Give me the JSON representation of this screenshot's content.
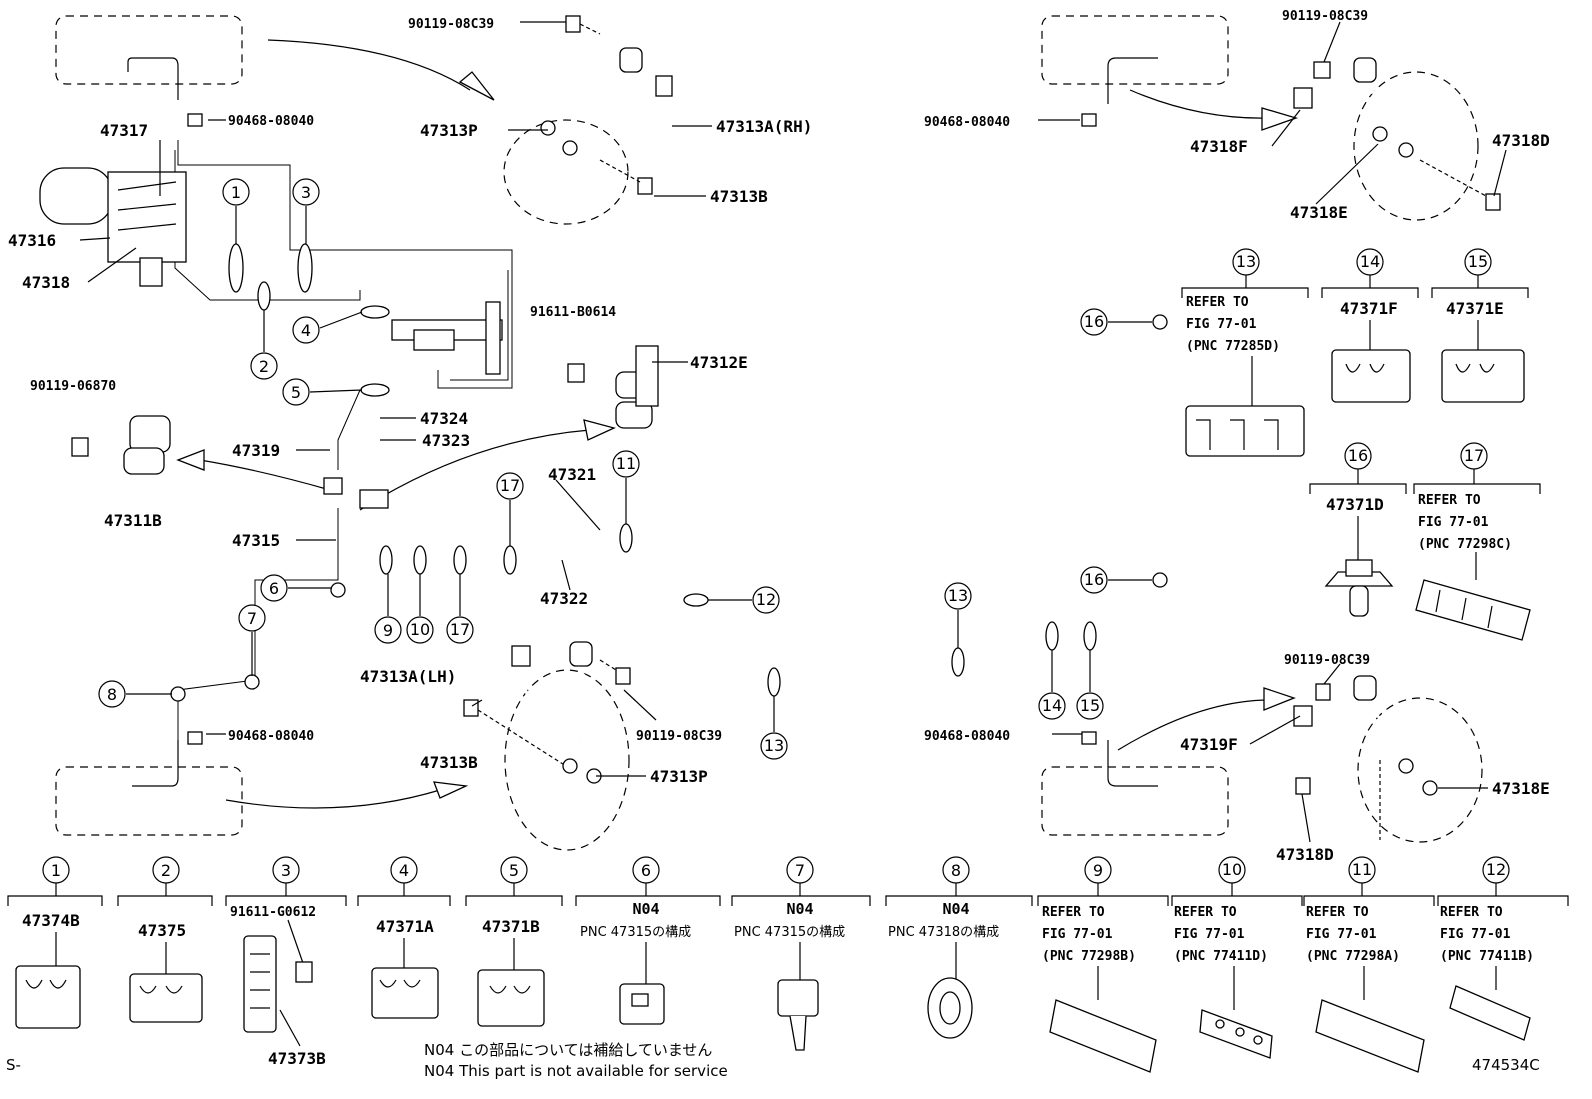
{
  "labels": {
    "p90119_08c39_tl": "90119-08C39",
    "p90468_08040_tl": "90468-08040",
    "p47317": "47317",
    "p47313p_top": "47313P",
    "p47313a_rh": "47313A(RH)",
    "p47313b_top": "47313B",
    "p47316": "47316",
    "p47318": "47318",
    "p91611_b0614": "91611-B0614",
    "p47312e": "47312E",
    "p90119_06870": "90119-06870",
    "p47324": "47324",
    "p47319": "47319",
    "p47323": "47323",
    "p47311b": "47311B",
    "p47321": "47321",
    "p47315": "47315",
    "p47322": "47322",
    "p47313a_lh": "47313A(LH)",
    "p90468_08040_bl": "90468-08040",
    "p47313b_bot": "47313B",
    "p90119_08c39_bm": "90119-08C39",
    "p47313p_bot": "47313P",
    "p90119_08c39_tr": "90119-08C39",
    "p90468_08040_tr": "90468-08040",
    "p47318f": "47318F",
    "p47318d_top": "47318D",
    "p47318e_top": "47318E",
    "p90119_08c39_br": "90119-08C39",
    "p90468_08040_br": "90468-08040",
    "p47319f": "47319F",
    "p47318e_bot": "47318E",
    "p47318d_bot": "47318D"
  },
  "side_items": {
    "i13": {
      "num": "13",
      "lines": [
        "REFER TO",
        "FIG 77-01",
        "(PNC 77285D)"
      ]
    },
    "i14": {
      "num": "14",
      "part": "47371F"
    },
    "i15": {
      "num": "15",
      "part": "47371E"
    },
    "i16": {
      "num": "16",
      "part": "47371D"
    },
    "i17": {
      "num": "17",
      "lines": [
        "REFER TO",
        "FIG 77-01",
        "(PNC 77298C)"
      ]
    }
  },
  "bottom_items": [
    {
      "num": "1",
      "part": "47374B"
    },
    {
      "num": "2",
      "part": "47375"
    },
    {
      "num": "3",
      "part": "91611-G0612",
      "sub": "47373B"
    },
    {
      "num": "4",
      "part": "47371A"
    },
    {
      "num": "5",
      "part": "47371B"
    },
    {
      "num": "6",
      "part": "N04",
      "note": "PNC 47315の構成"
    },
    {
      "num": "7",
      "part": "N04",
      "note": "PNC 47315の構成"
    },
    {
      "num": "8",
      "part": "N04",
      "note": "PNC 47318の構成"
    },
    {
      "num": "9",
      "lines": [
        "REFER TO",
        "FIG 77-01",
        "(PNC 77298B)"
      ]
    },
    {
      "num": "10",
      "lines": [
        "REFER TO",
        "FIG 77-01",
        "(PNC 77411D)"
      ]
    },
    {
      "num": "11",
      "lines": [
        "REFER TO",
        "FIG 77-01",
        "(PNC 77298A)"
      ]
    },
    {
      "num": "12",
      "lines": [
        "REFER TO",
        "FIG 77-01",
        "(PNC 77411B)"
      ]
    }
  ],
  "callouts": {
    "c1": "1",
    "c2": "2",
    "c3": "3",
    "c4": "4",
    "c5": "5",
    "c6": "6",
    "c7": "7",
    "c8": "8",
    "c9": "9",
    "c10": "10",
    "c17a": "17",
    "c11": "11",
    "c12": "12",
    "c13a": "13",
    "c13b": "13",
    "c14": "14",
    "c15": "15",
    "c16a": "16",
    "c16b": "16",
    "c17b": "17"
  },
  "footer": {
    "left": "S-",
    "note_jp": "N04 この部品については補給していません",
    "note_en": "N04 This part is not available for service",
    "code": "474534C"
  }
}
